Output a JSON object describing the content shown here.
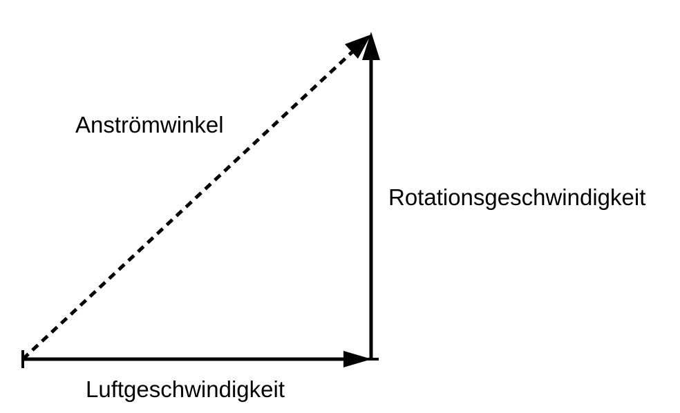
{
  "diagram": {
    "labels": {
      "angle": "Anströmwinkel",
      "rotation": "Rotationsgeschwindigkeit",
      "air": "Luftgeschwindigkeit"
    },
    "vectors": [
      {
        "name": "air-speed-vector",
        "style": "solid",
        "color": "#000000"
      },
      {
        "name": "rotation-speed-vector",
        "style": "solid",
        "color": "#000000"
      },
      {
        "name": "resultant-vector",
        "style": "dashed",
        "color": "#000000"
      }
    ]
  }
}
